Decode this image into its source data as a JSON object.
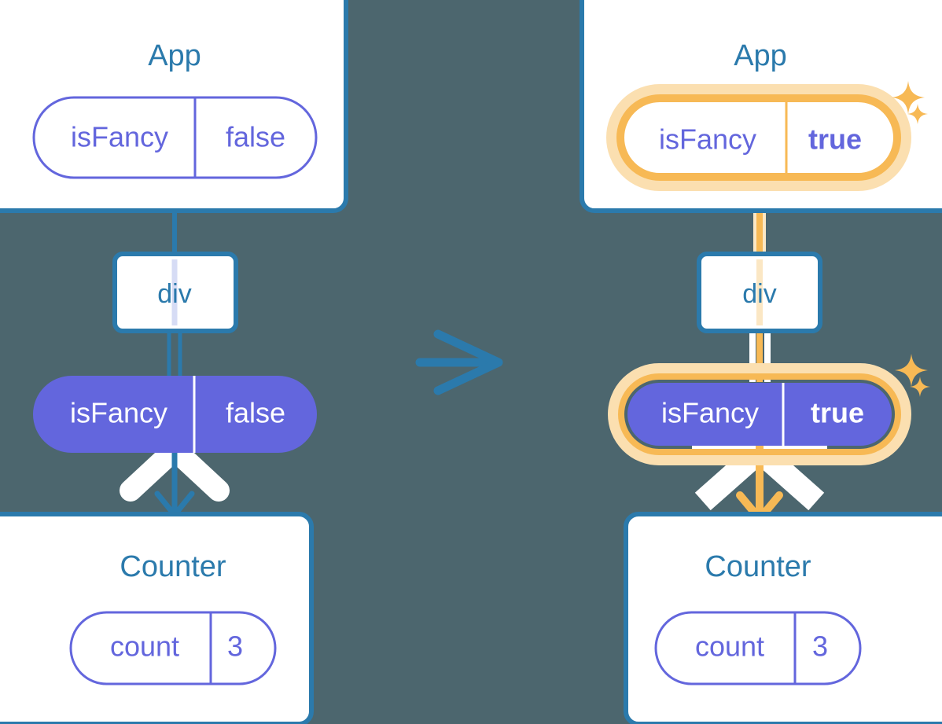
{
  "colors": {
    "background": "#4c666e",
    "box_border": "#2b7aac",
    "box_fill": "#ffffff",
    "label_blue": "#2b7aac",
    "pill_purple": "#6366dd",
    "pill_text_purple": "#6366dd",
    "pill_text_white": "#ffffff",
    "highlight_orange": "#f7b955",
    "highlight_glow": "#fbdfb0",
    "connector_light": "#d6dcf5",
    "connector_light_orange": "#fbe7c4",
    "white_stroke": "#ffffff"
  },
  "transition_arrow": {
    "icon": "arrow-right-icon",
    "color": "#2b7aac"
  },
  "panels": [
    {
      "id": "before",
      "app": {
        "title": "App",
        "state_pill": {
          "name": "isFancy",
          "value": "false",
          "style": "outline",
          "highlighted": false
        }
      },
      "div": {
        "title": "div"
      },
      "props_pill": {
        "name": "isFancy",
        "value": "false",
        "style": "filled",
        "highlighted": false
      },
      "counter": {
        "title": "Counter",
        "state_pill": {
          "name": "count",
          "value": "3",
          "style": "outline",
          "highlighted": false
        }
      },
      "sparkles": []
    },
    {
      "id": "after",
      "app": {
        "title": "App",
        "state_pill": {
          "name": "isFancy",
          "value": "true",
          "style": "outline",
          "highlighted": true
        }
      },
      "div": {
        "title": "div"
      },
      "props_pill": {
        "name": "isFancy",
        "value": "true",
        "style": "filled",
        "highlighted": true
      },
      "counter": {
        "title": "Counter",
        "state_pill": {
          "name": "count",
          "value": "3",
          "style": "outline",
          "highlighted": false
        }
      },
      "sparkles": [
        {
          "name": "sparkle-large-top",
          "size": "large"
        },
        {
          "name": "sparkle-small-top",
          "size": "small"
        },
        {
          "name": "sparkle-large-mid",
          "size": "large"
        },
        {
          "name": "sparkle-small-mid",
          "size": "small"
        }
      ]
    }
  ]
}
